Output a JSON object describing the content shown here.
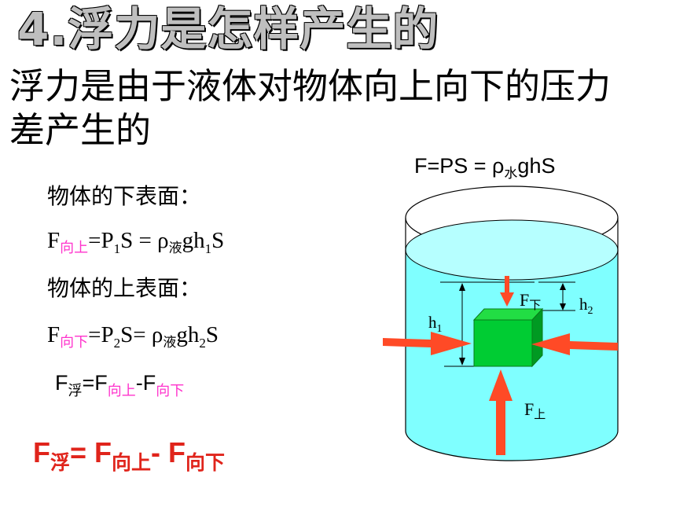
{
  "title": "4.浮力是怎样产生的",
  "subtitle": "浮力是由于液体对物体向上向下的压力差产生的",
  "formula_top": {
    "lead": "F=PS = ρ",
    "sub": "水",
    "tail": "ghS"
  },
  "bottom_surface": {
    "label": "物体的下表面：",
    "eq": {
      "f": "F",
      "fsub": "向上",
      "a": "=P",
      "asub": "1",
      "b": "S = ρ",
      "bsub": "液",
      "c": "gh",
      "csub": "1",
      "d": "S"
    }
  },
  "top_surface": {
    "label": "物体的上表面：",
    "eq": {
      "f": "F",
      "fsub": "向下",
      "a": "=P",
      "asub": "2",
      "b": "S= ρ",
      "bsub": "液",
      "c": "gh",
      "csub": "2",
      "d": "S"
    }
  },
  "buoyancy_eq": {
    "f": "F",
    "fsub": "浮",
    "a": "=F",
    "asub": "向上",
    "b": "-F",
    "bsub": "向下"
  },
  "buoyancy_eq_bold": {
    "f": "F",
    "fsub": "浮",
    "a": "= F",
    "asub": "向上",
    "b": "- F",
    "bsub": "向下"
  },
  "diagram": {
    "h1_main": "h",
    "h1_sub": "1",
    "h2_main": "h",
    "h2_sub": "2",
    "f_down_main": "F",
    "f_down_sub": "下",
    "f_up_main": "F",
    "f_up_sub": "上",
    "colors": {
      "water": "#7fffff",
      "block": "#00cc33",
      "arrow": "#ff4a26"
    }
  }
}
